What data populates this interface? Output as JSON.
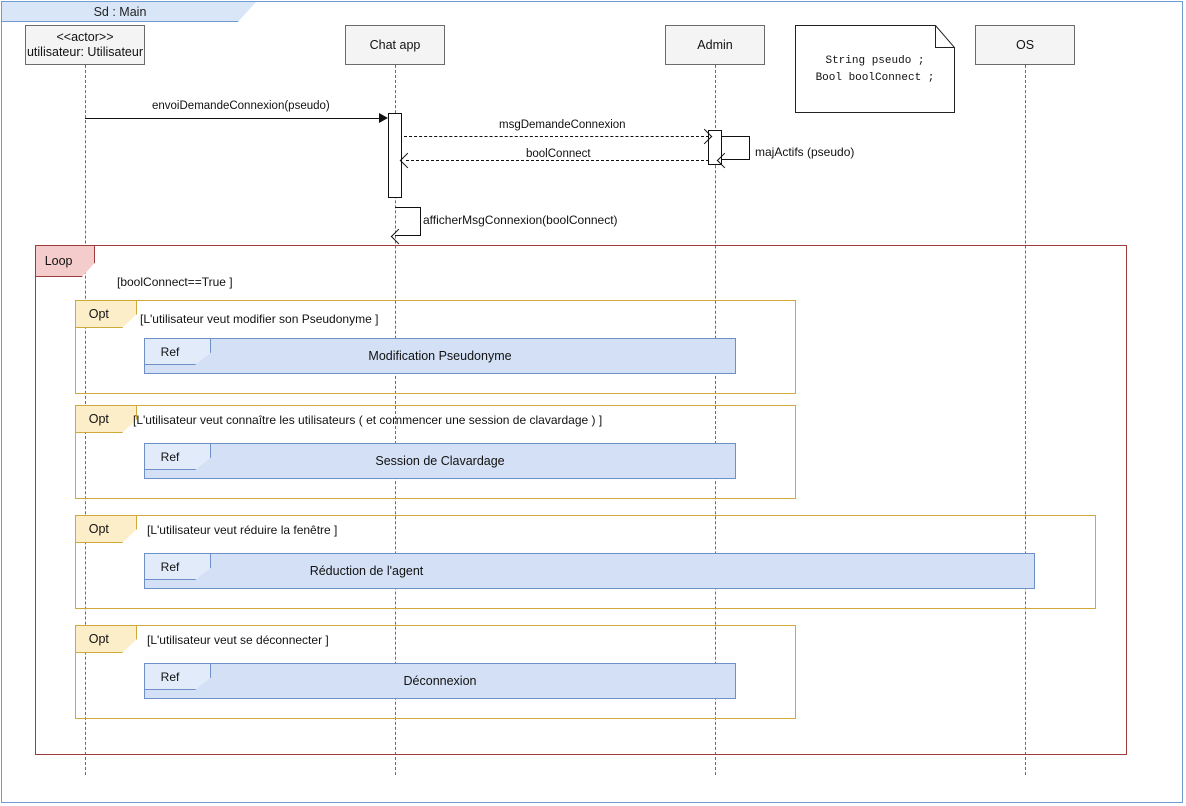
{
  "diagram": {
    "frame_label": "Sd :  Main",
    "accent_frame": "#6f9bd1",
    "accent_loop": "#9e3b3b",
    "accent_opt": "#d0a93b",
    "accent_ref": "#6f90c6"
  },
  "lifelines": [
    {
      "name": "utilisateur",
      "stereotype": "<<actor>>",
      "label": "utilisateur: Utilisateur"
    },
    {
      "name": "chat-app",
      "stereotype": "",
      "label": "Chat app"
    },
    {
      "name": "admin",
      "stereotype": "",
      "label": "Admin"
    },
    {
      "name": "os",
      "stereotype": "",
      "label": "OS"
    }
  ],
  "note": {
    "line1": "String pseudo ;",
    "line2": "Bool boolConnect ;"
  },
  "messages": [
    {
      "name": "envoi-demande-connexion",
      "label": "envoiDemandeConnexion(pseudo)",
      "style": "solid"
    },
    {
      "name": "msg-demande-connexion",
      "label": "msgDemandeConnexion",
      "style": "dashed"
    },
    {
      "name": "bool-connect",
      "label": "boolConnect",
      "style": "dashed"
    },
    {
      "name": "maj-actifs",
      "label": "majActifs (pseudo)",
      "style": "self"
    },
    {
      "name": "afficher-msg-connexion",
      "label": "afficherMsgConnexion(boolConnect)",
      "style": "self"
    }
  ],
  "loop": {
    "tag": "Loop",
    "guard": "[boolConnect==True ]"
  },
  "opts": [
    {
      "tag": "Opt",
      "guard": "[L'utilisateur veut modifier son Pseudonyme ]",
      "ref_tag": "Ref",
      "ref_title": "Modification Pseudonyme"
    },
    {
      "tag": "Opt",
      "guard": "[L'utilisateur veut connaître les utilisateurs ( et commencer une session de clavardage ) ]",
      "ref_tag": "Ref",
      "ref_title": "Session de Clavardage"
    },
    {
      "tag": "Opt",
      "guard": "[L'utilisateur veut réduire la fenêtre ]",
      "ref_tag": "Ref",
      "ref_title": "Réduction de l'agent"
    },
    {
      "tag": "Opt",
      "guard": "[L'utilisateur veut se déconnecter ]",
      "ref_tag": "Ref",
      "ref_title": "Déconnexion"
    }
  ]
}
